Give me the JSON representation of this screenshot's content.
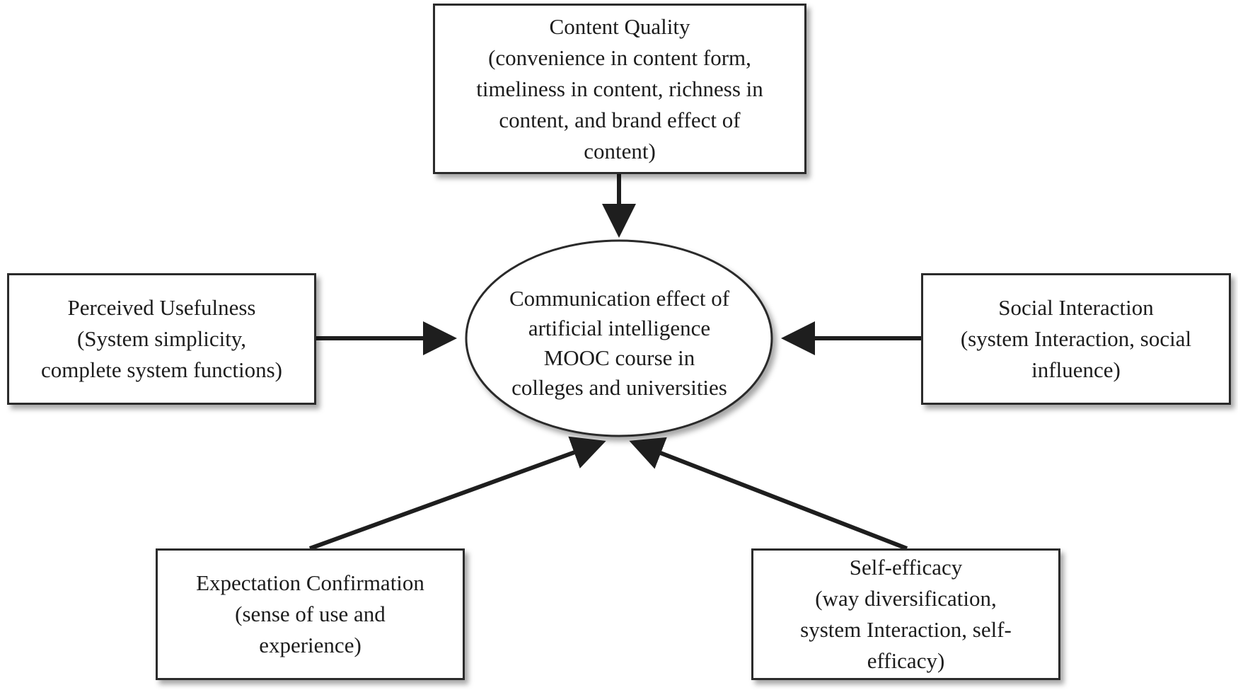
{
  "center": {
    "lines": [
      "Communication effect of",
      "artificial intelligence",
      "MOOC course in",
      "colleges and universities"
    ]
  },
  "factors": {
    "content_quality": {
      "lines": [
        "Content Quality",
        "(convenience in content form,",
        "timeliness in content, richness in",
        "content, and brand effect of",
        "content)"
      ]
    },
    "perceived_usefulness": {
      "lines": [
        "Perceived Usefulness",
        "(System simplicity,",
        "complete system functions)"
      ]
    },
    "social_interaction": {
      "lines": [
        "Social Interaction",
        "(system Interaction, social",
        "influence)"
      ]
    },
    "expectation_confirmation": {
      "lines": [
        "Expectation Confirmation",
        "(sense of use and",
        "experience)"
      ]
    },
    "self_efficacy": {
      "lines": [
        "Self-efficacy",
        "(way diversification,",
        "system Interaction, self-",
        "efficacy)"
      ]
    }
  },
  "colors": {
    "stroke": "#2b2b2b",
    "text": "#1c1c1c",
    "background": "#ffffff"
  }
}
